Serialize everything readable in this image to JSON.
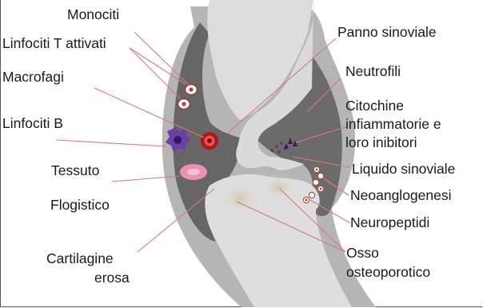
{
  "labels": {
    "monociti": "Monociti",
    "linfociti_t_attivati": "Linfociti T attivati",
    "macrofagi": "Macrofagi",
    "linfociti_b": "Linfociti B",
    "tessuto_flogistico_1": "Tessuto",
    "tessuto_flogistico_2": "Flogistico",
    "cartilagine_erosa_1": "Cartilagine",
    "cartilagine_erosa_2": "erosa",
    "panno_sinoviale": "Panno sinoviale",
    "neutrofili": "Neutrofili",
    "citochine_1": "Citochine",
    "citochine_2": "infiammatorie e",
    "citochine_3": "loro inibitori",
    "liquido_sinoviale": "Liquido sinoviale",
    "neoangiogenesi": "Neoanglogenesi",
    "neuropeptidi": "Neuropeptidi",
    "osso_osteoporotico_1": "Osso",
    "osso_osteoporotico_2": "osteoporotico"
  },
  "colors": {
    "bone": "#dedede",
    "capsule": "#b3b3b3",
    "synovium": "#646464",
    "leader_line": "#d9787c",
    "text": "#1a1a1a"
  }
}
